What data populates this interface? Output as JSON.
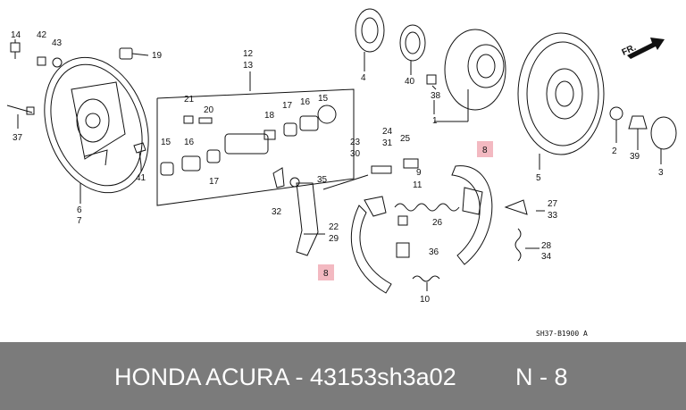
{
  "labels": [
    "14",
    "42",
    "43",
    "19",
    "4",
    "40",
    "38",
    "1",
    "12",
    "13",
    "21",
    "20",
    "18",
    "17",
    "16",
    "15",
    "FR.",
    "2",
    "39",
    "3",
    "5",
    "37",
    "6",
    "7",
    "41",
    "15",
    "16",
    "17",
    "23",
    "30",
    "24",
    "31",
    "25",
    "9",
    "35",
    "11",
    "8",
    "27",
    "33",
    "32",
    "22",
    "29",
    "26",
    "36",
    "28",
    "34",
    "8",
    "10"
  ],
  "drawing_code": "SH37-B1900 A",
  "footer": {
    "title": "HONDA ACURA - 43153sh3a02",
    "position": "N - 8"
  }
}
